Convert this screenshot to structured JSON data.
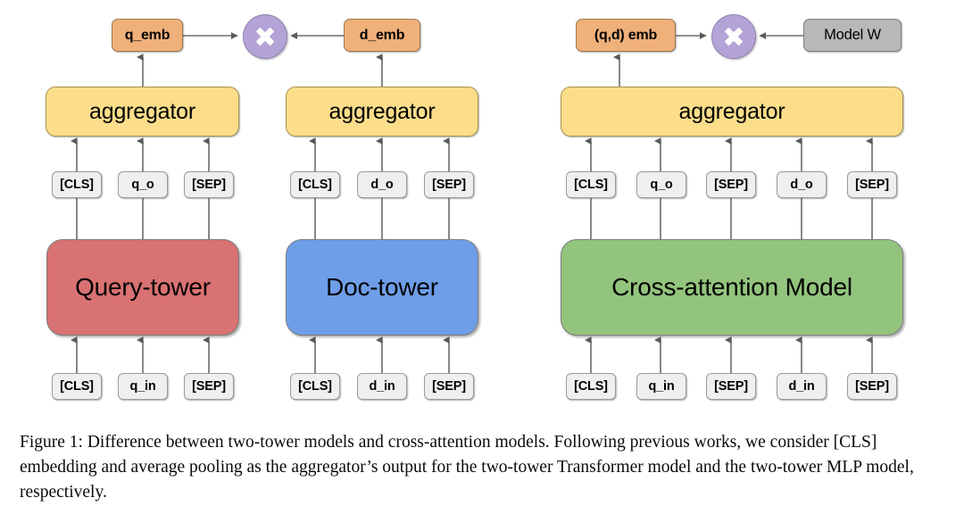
{
  "figure": {
    "caption": "Figure 1: Difference between two-tower models and cross-attention models. Following previous works, we consider [CLS] embedding and average pooling as the aggregator’s output for the two-tower Transformer model and the two-tower MLP model, respectively."
  },
  "colors": {
    "query_tower": "#d97272",
    "doc_tower": "#6f9ee9",
    "cross_tower": "#93c47d",
    "aggregator": "#fbdd8a",
    "embedding": "#f0b07a",
    "model_w": "#b8b8b8",
    "multiply": "#b3a3d6",
    "token": "#efefef",
    "edge": "#666666"
  },
  "panels": {
    "two_tower": {
      "query": {
        "tower_label": "Query-tower",
        "aggregator_label": "aggregator",
        "embedding_label": "q_emb",
        "output_tokens": [
          "[CLS]",
          "q_o",
          "[SEP]"
        ],
        "input_tokens": [
          "[CLS]",
          "q_in",
          "[SEP]"
        ]
      },
      "doc": {
        "tower_label": "Doc-tower",
        "aggregator_label": "aggregator",
        "embedding_label": "d_emb",
        "output_tokens": [
          "[CLS]",
          "d_o",
          "[SEP]"
        ],
        "input_tokens": [
          "[CLS]",
          "d_in",
          "[SEP]"
        ]
      },
      "operator_label": "×"
    },
    "cross_attention": {
      "tower_label": "Cross-attention Model",
      "aggregator_label": "aggregator",
      "embedding_label": "(q,d) emb",
      "weight_label": "Model W",
      "output_tokens": [
        "[CLS]",
        "q_o",
        "[SEP]",
        "d_o",
        "[SEP]"
      ],
      "input_tokens": [
        "[CLS]",
        "q_in",
        "[SEP]",
        "d_in",
        "[SEP]"
      ],
      "operator_label": "×"
    }
  }
}
